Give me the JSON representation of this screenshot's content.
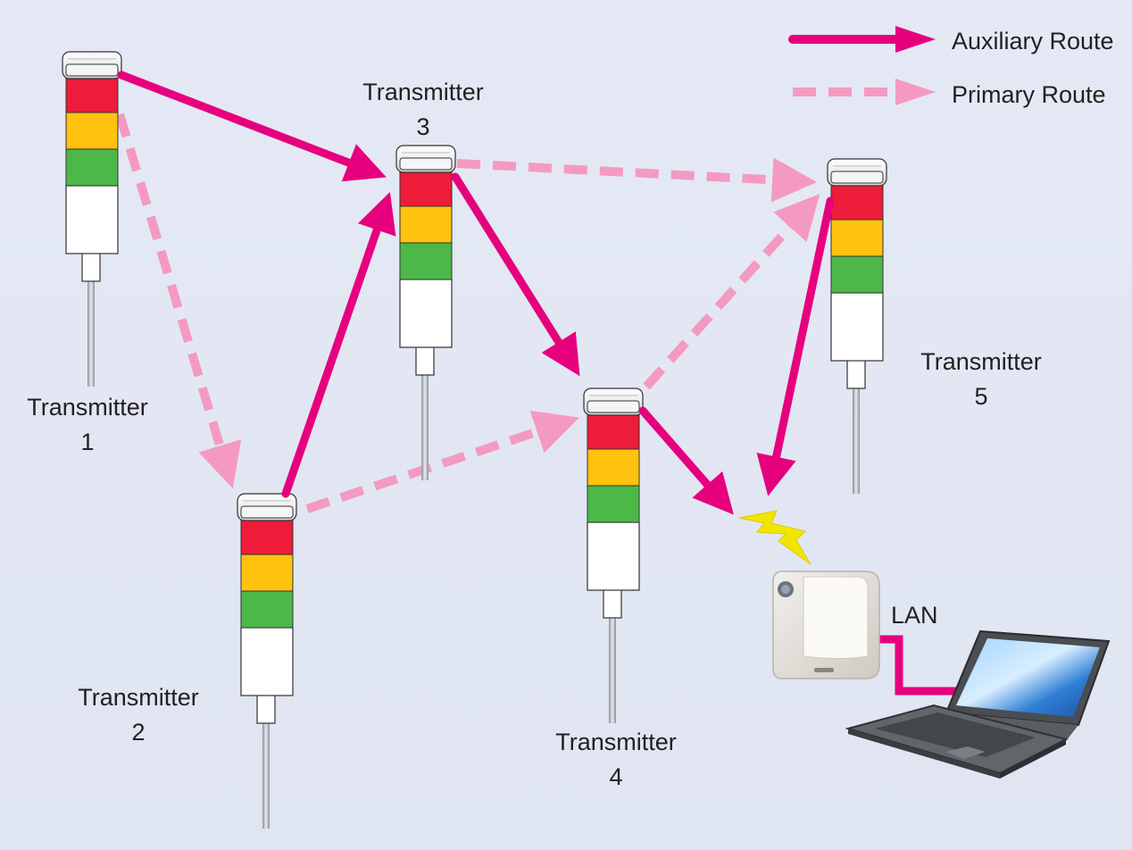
{
  "legend": {
    "auxiliary": {
      "label": "Auxiliary Route",
      "color": "#e6007e",
      "style": "solid"
    },
    "primary": {
      "label": "Primary Route",
      "color": "#f49ac1",
      "style": "dashed"
    }
  },
  "transmitters": [
    {
      "name": "Transmitter",
      "number": "1"
    },
    {
      "name": "Transmitter",
      "number": "2"
    },
    {
      "name": "Transmitter",
      "number": "3"
    },
    {
      "name": "Transmitter",
      "number": "4"
    },
    {
      "name": "Transmitter",
      "number": "5"
    }
  ],
  "lan_label": "LAN",
  "colors": {
    "lamp_red": "#ed1c3a",
    "lamp_amber": "#ffc20e",
    "lamp_green": "#4cb848",
    "auxiliary_route": "#e6007e",
    "primary_route": "#f49ac1",
    "wireless_signal": "#f2e600"
  },
  "icons": [
    "signal-tower-icon",
    "receiver-unit-icon",
    "laptop-icon",
    "lightning-icon"
  ]
}
